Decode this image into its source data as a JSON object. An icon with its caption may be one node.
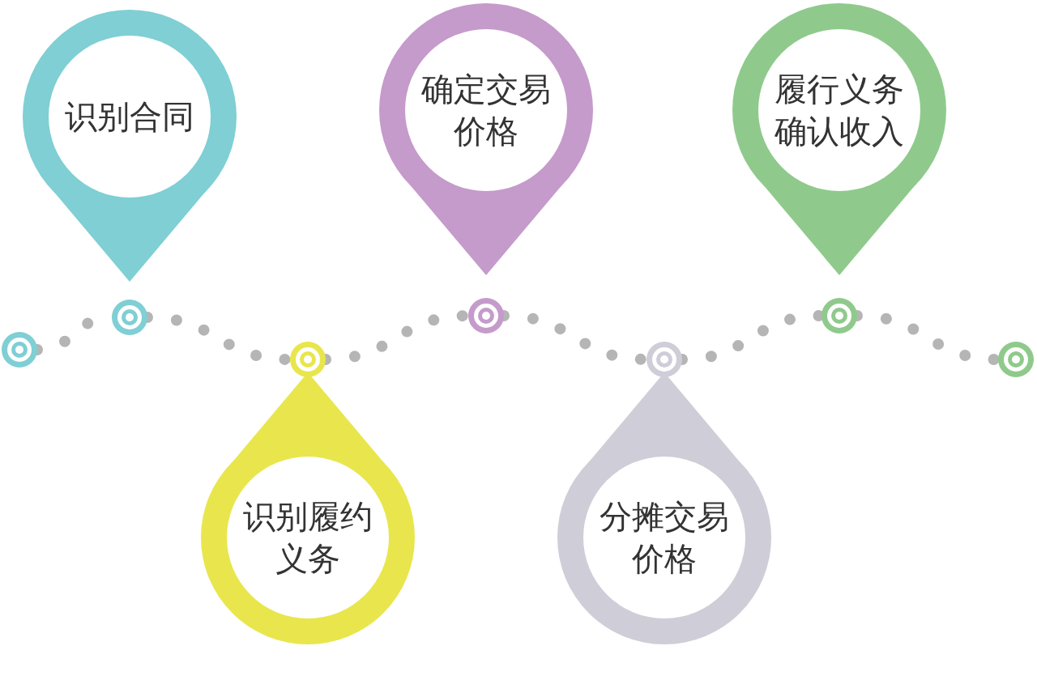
{
  "diagram": {
    "nodes": [
      {
        "text": [
          "识别合同"
        ]
      },
      {
        "text": [
          "识别履约义务"
        ]
      },
      {
        "text": [
          "确定交易价格"
        ]
      },
      {
        "text": [
          "分摊交易价格"
        ]
      },
      {
        "text": [
          "履行义务确认收入"
        ]
      },
      {
        "text": [],
        "shape": "circle"
      },
      {
        "text": [],
        "shape": "circle"
      },
      {
        "text": [],
        "shape": "circle"
      },
      {
        "text": [],
        "shape": "circle"
      },
      {
        "text": [],
        "shape": "circle"
      },
      {
        "text": [],
        "shape": "circle"
      },
      {
        "text": [],
        "shape": "circle"
      }
    ],
    "edges": [
      {
        "from": 5,
        "to": 6,
        "arrow": "none",
        "style": "dashed"
      },
      {
        "from": 6,
        "to": 7,
        "arrow": "none",
        "style": "dashed"
      },
      {
        "from": 7,
        "to": 8,
        "arrow": "none",
        "style": "dashed"
      },
      {
        "from": 8,
        "to": 9,
        "arrow": "none",
        "style": "dashed"
      },
      {
        "from": 9,
        "to": 10,
        "arrow": "none",
        "style": "dashed"
      },
      {
        "from": 10,
        "to": 11,
        "arrow": "none",
        "style": "dashed"
      }
    ]
  }
}
